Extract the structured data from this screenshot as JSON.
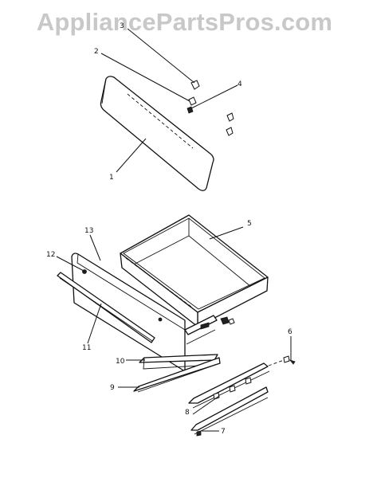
{
  "watermark": "AppliancePartsPros.com",
  "callouts": [
    "1",
    "2",
    "3",
    "4",
    "5",
    "6",
    "7",
    "8",
    "9",
    "10",
    "11",
    "12",
    "13"
  ]
}
